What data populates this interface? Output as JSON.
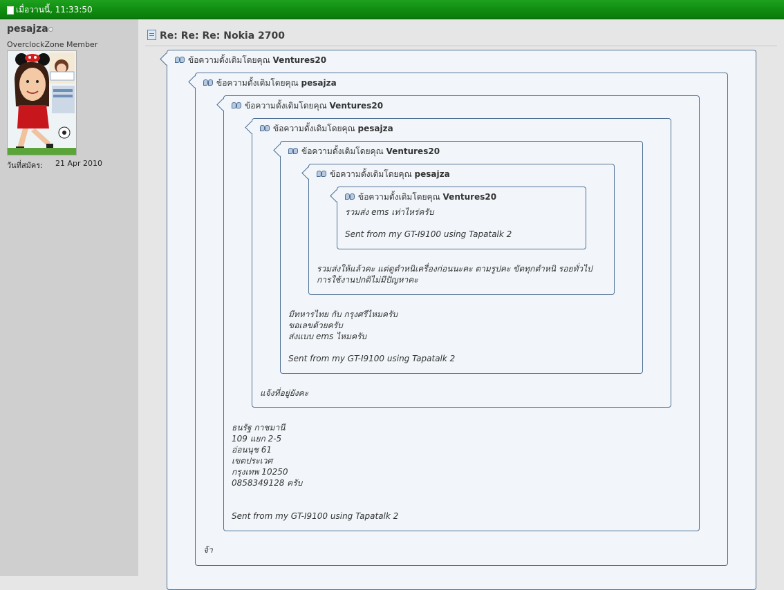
{
  "header": {
    "timestamp": "เมื่อวานนี้, 11:33:50"
  },
  "user": {
    "name": "pesajza",
    "title": "OverclockZone Member",
    "join_label": "วันที่สมัคร:",
    "join_date": "21 Apr 2010"
  },
  "post": {
    "title": "Re: Re: Re: Nokia 2700",
    "quote_prefix": "ข้อความดั้งเดิมโดยคุณ",
    "quotes": [
      {
        "author": "Ventures20",
        "text": ""
      },
      {
        "author": "pesajza",
        "text": "จ้า"
      },
      {
        "author": "Ventures20",
        "text": "ธนรัฐ กาชมานี\n109 แยก 2-5\nอ่อนนุช 61\nเขตประเวศ\nกรุงเทพ 10250\n0858349128 ครับ\n\n\nSent from my GT-I9100 using Tapatalk 2"
      },
      {
        "author": "pesajza",
        "text": "แจ้งที่อยู่ยังคะ"
      },
      {
        "author": "Ventures20",
        "text": "มีทหารไทย กับ กรุงศรีไหมครับ\nขอเลขด้วยครับ\nส่งแบบ ems ไหมครับ\n\nSent from my GT-I9100 using Tapatalk 2"
      },
      {
        "author": "pesajza",
        "text": "รวมส่งให้แล้วคะ แต่ดูตำหนิเครื่องก่อนนะคะ ตามรูปคะ ขัดทุกตำหนิ รอยทั่วไป\nการใช้งานปกติไม่มีปัญหาคะ"
      },
      {
        "author": "Ventures20",
        "text": "รวมส่ง ems เท่าไหร่ครับ\n\nSent from my GT-I9100 using Tapatalk 2"
      }
    ]
  }
}
